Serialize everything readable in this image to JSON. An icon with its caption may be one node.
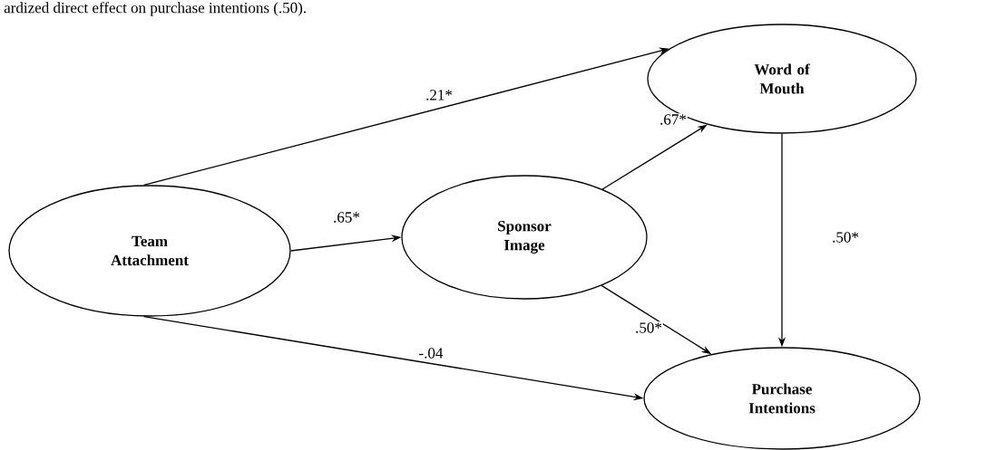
{
  "diagram": {
    "nodes": [
      {
        "text": [
          "Team Attachment"
        ]
      },
      {
        "text": [
          "Sponsor Image"
        ]
      },
      {
        "text": [
          "Word of Mouth"
        ]
      },
      {
        "text": [
          "Purchase Intentions"
        ]
      }
    ],
    "edges": [
      {
        "from": 0,
        "to": 2,
        "arrow": "to",
        "label": ".21*"
      },
      {
        "from": 0,
        "to": 1,
        "arrow": "to",
        "label": ".65*"
      },
      {
        "from": 1,
        "to": 2,
        "arrow": "to",
        "label": ".67*"
      },
      {
        "from": 2,
        "to": 3,
        "arrow": "to",
        "label": ".50*"
      },
      {
        "from": 1,
        "to": 3,
        "arrow": "to",
        "label": ".50*"
      },
      {
        "from": 0,
        "to": 3,
        "arrow": "to",
        "label": "-.04"
      }
    ],
    "labels": [
      "ardized direct effect on purchase intentions (.50)."
    ]
  }
}
